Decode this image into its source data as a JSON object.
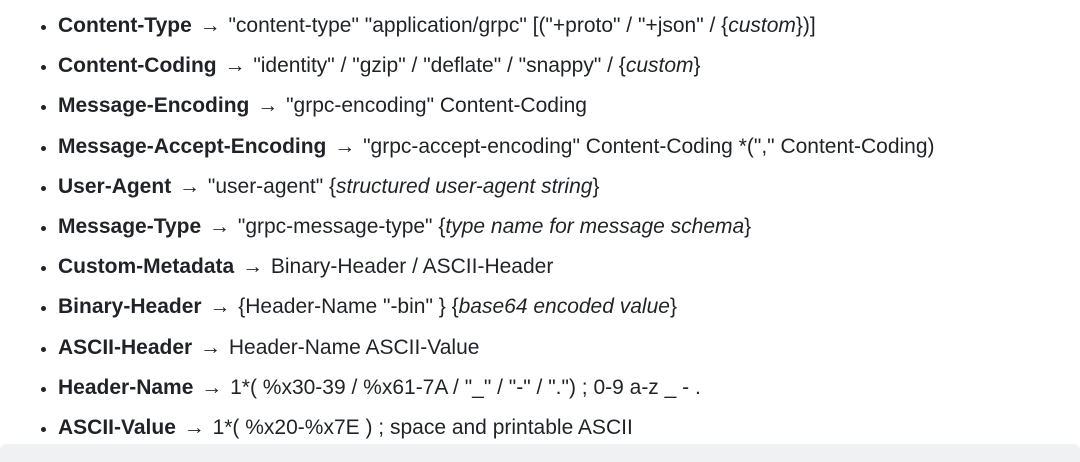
{
  "page": {
    "background_color": "#ffffff",
    "text_color": "#1f2328",
    "footer_strip_color": "#f0f1f3"
  },
  "list": {
    "arrow": "→",
    "items": [
      {
        "term": "Content-Type",
        "parts": [
          {
            "style": "normal",
            "text": "\"content-type\" \"application/grpc\" [(\"+proto\" / \"+json\" / {"
          },
          {
            "style": "italic",
            "text": "custom"
          },
          {
            "style": "normal",
            "text": "})]"
          }
        ]
      },
      {
        "term": "Content-Coding",
        "parts": [
          {
            "style": "normal",
            "text": "\"identity\" / \"gzip\" / \"deflate\" / \"snappy\" / {"
          },
          {
            "style": "italic",
            "text": "custom"
          },
          {
            "style": "normal",
            "text": "}"
          }
        ]
      },
      {
        "term": "Message-Encoding",
        "parts": [
          {
            "style": "normal",
            "text": "\"grpc-encoding\" Content-Coding"
          }
        ]
      },
      {
        "term": "Message-Accept-Encoding",
        "parts": [
          {
            "style": "normal",
            "text": "\"grpc-accept-encoding\" Content-Coding *(\",\" Content-Coding)"
          }
        ]
      },
      {
        "term": "User-Agent",
        "parts": [
          {
            "style": "normal",
            "text": "\"user-agent\" {"
          },
          {
            "style": "italic",
            "text": "structured user-agent string"
          },
          {
            "style": "normal",
            "text": "}"
          }
        ]
      },
      {
        "term": "Message-Type",
        "parts": [
          {
            "style": "normal",
            "text": "\"grpc-message-type\" {"
          },
          {
            "style": "italic",
            "text": "type name for message schema"
          },
          {
            "style": "normal",
            "text": "}"
          }
        ]
      },
      {
        "term": "Custom-Metadata",
        "parts": [
          {
            "style": "normal",
            "text": "Binary-Header / ASCII-Header"
          }
        ]
      },
      {
        "term": "Binary-Header",
        "parts": [
          {
            "style": "normal",
            "text": "{Header-Name \"-bin\" } {"
          },
          {
            "style": "italic",
            "text": "base64 encoded value"
          },
          {
            "style": "normal",
            "text": "}"
          }
        ]
      },
      {
        "term": "ASCII-Header",
        "parts": [
          {
            "style": "normal",
            "text": "Header-Name ASCII-Value"
          }
        ]
      },
      {
        "term": "Header-Name",
        "parts": [
          {
            "style": "normal",
            "text": "1*( %x30-39 / %x61-7A / \"_\" / \"-\" / \".\") ; 0-9 a-z _ - ."
          }
        ]
      },
      {
        "term": "ASCII-Value",
        "parts": [
          {
            "style": "normal",
            "text": "1*( %x20-%x7E ) ; space and printable ASCII"
          }
        ]
      }
    ]
  }
}
